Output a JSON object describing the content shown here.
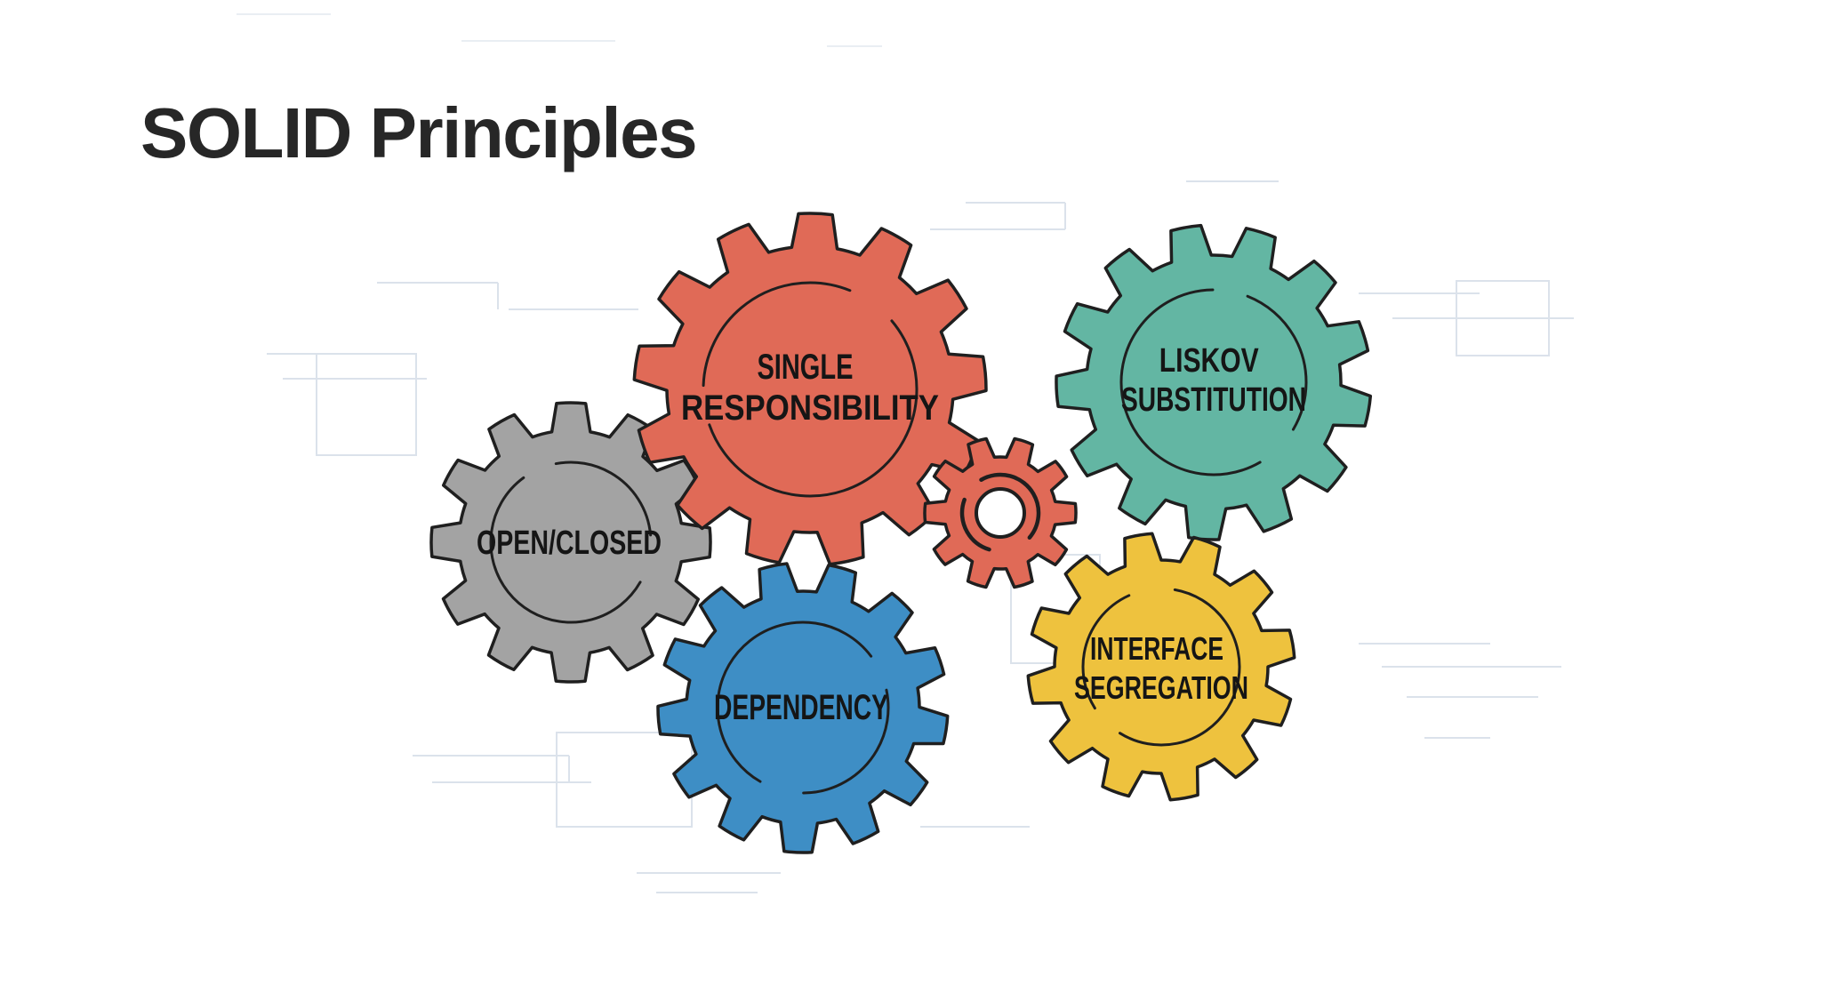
{
  "title": "SOLID Principles",
  "colors": {
    "outline": "#1f1f1f",
    "circuit": "#dbe2eb",
    "background": "#ffffff"
  },
  "gears": {
    "single_responsibility": {
      "line1": "SINGLE",
      "line2": "RESPONSIBILITY",
      "color": "#e06a57"
    },
    "liskov_substitution": {
      "line1": "LISKOV",
      "line2": "SUBSTITUTION",
      "color": "#63b6a3"
    },
    "open_closed": {
      "line1": "OPEN/CLOSED",
      "color": "#a3a3a3"
    },
    "dependency": {
      "line1": "DEPENDENCY",
      "color": "#3e8ec5"
    },
    "interface_segregation": {
      "line1": "INTERFACE",
      "line2": "SEGREGATION",
      "color": "#eec23e"
    },
    "connector_gear": {
      "color": "#e06a57"
    }
  }
}
